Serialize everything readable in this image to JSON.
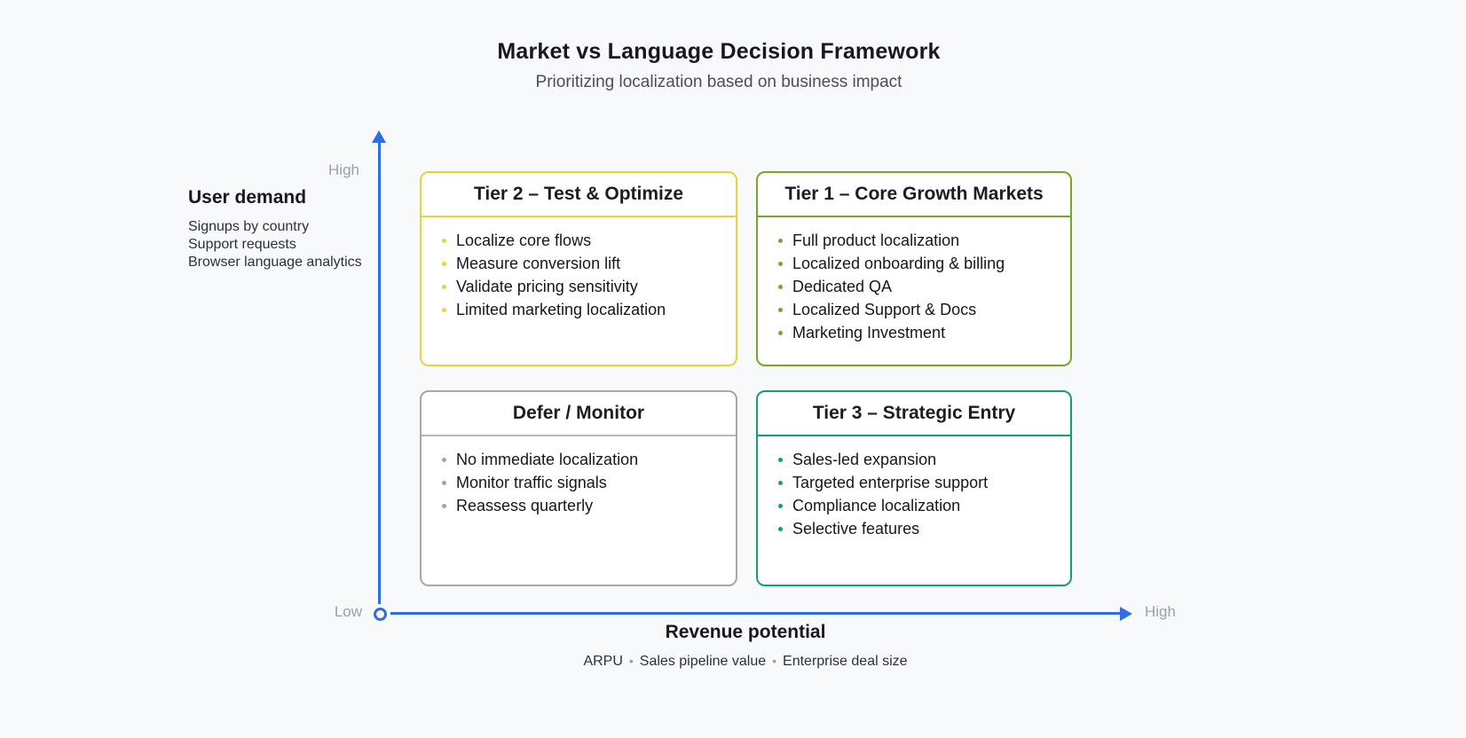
{
  "title": "Market vs Language Decision Framework",
  "subtitle": "Prioritizing localization based on business impact",
  "colors": {
    "background": "#f7f9fb",
    "axis_blue": "#2e6ee4",
    "tier2_yellow": "#e5d43a",
    "tier1_olive_green": "#76a828",
    "defer_gray": "#a7a7ab",
    "tier3_teal_green": "#14a06e",
    "muted_label_gray": "#9aa0a9"
  },
  "y_axis": {
    "label": "User demand",
    "signals": [
      "Signups by country",
      "Support requests",
      "Browser language analytics"
    ],
    "high_label": "High",
    "low_label": "Low"
  },
  "x_axis": {
    "label": "Revenue potential",
    "signals": [
      "ARPU",
      "Sales pipeline value",
      "Enterprise deal size"
    ],
    "separator": "•",
    "high_label": "High"
  },
  "quadrants": {
    "tier2": {
      "title": "Tier 2 – Test & Optimize",
      "items": [
        "Localize core flows",
        "Measure conversion lift",
        "Validate pricing sensitivity",
        "Limited marketing localization"
      ]
    },
    "tier1": {
      "title": "Tier 1 – Core Growth Markets",
      "items": [
        "Full product localization",
        "Localized onboarding & billing",
        "Dedicated QA",
        "Localized Support & Docs",
        "Marketing Investment"
      ]
    },
    "defer": {
      "title": "Defer / Monitor",
      "items": [
        "No immediate localization",
        "Monitor traffic signals",
        "Reassess quarterly"
      ]
    },
    "tier3": {
      "title": "Tier 3 – Strategic Entry",
      "items": [
        "Sales-led expansion",
        "Targeted enterprise support",
        "Compliance localization",
        "Selective features"
      ]
    }
  }
}
